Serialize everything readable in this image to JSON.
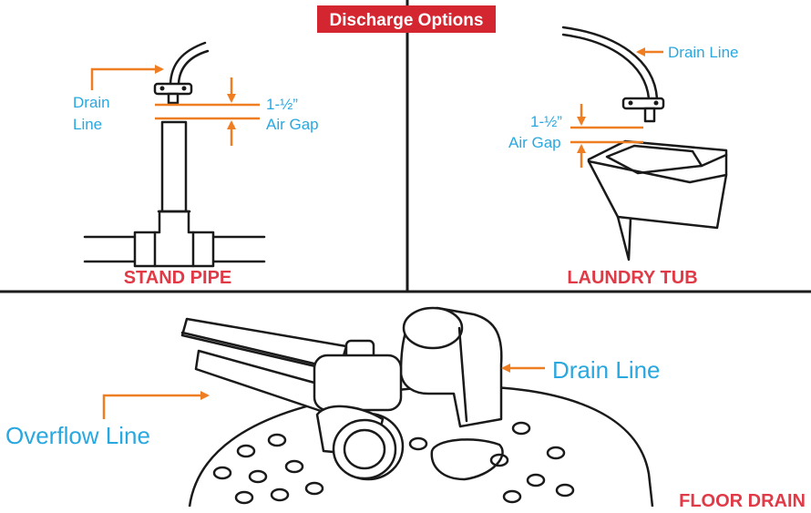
{
  "title": "Discharge Options",
  "colors": {
    "title_bg": "#d32630",
    "accent_orange": "#ef7d22",
    "label_blue": "#29a8e0",
    "label_red": "#e03a47"
  },
  "stand_pipe": {
    "name": "STAND PIPE",
    "drain_line_line1": "Drain",
    "drain_line_line2": "Line",
    "gap_value": "1-½”",
    "gap_label": "Air Gap"
  },
  "laundry_tub": {
    "name": "LAUNDRY TUB",
    "drain_line": "Drain Line",
    "gap_value": "1-½”",
    "gap_label": "Air Gap"
  },
  "floor_drain": {
    "name": "FLOOR DRAIN",
    "drain_line": "Drain Line",
    "overflow_line": "Overflow Line"
  }
}
